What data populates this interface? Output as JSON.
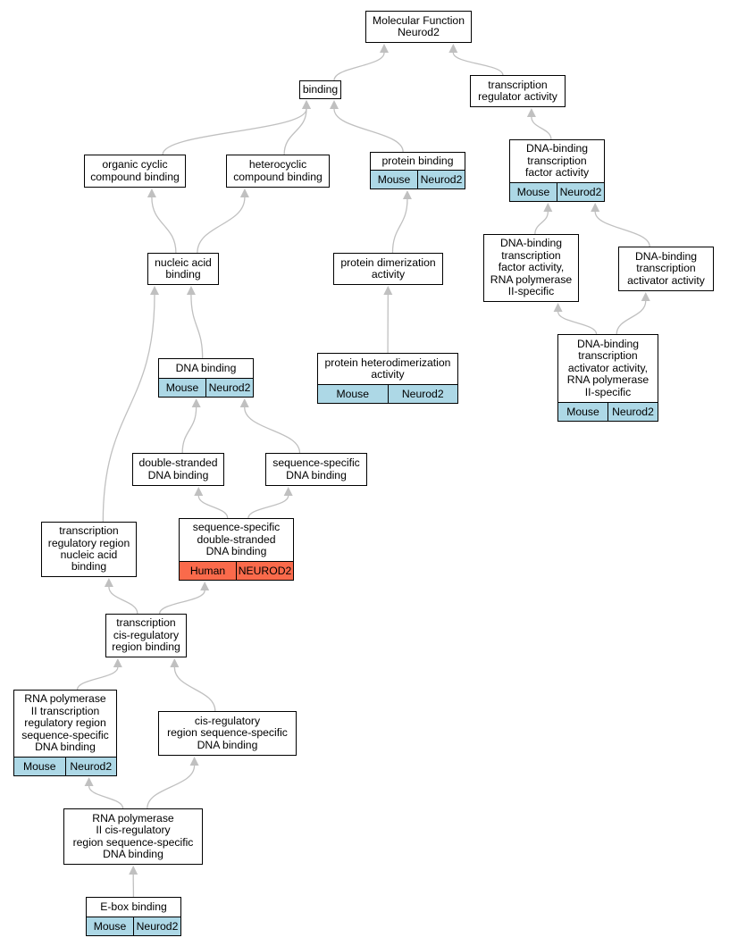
{
  "colors": {
    "mouse": "#add8e6",
    "human": "#fa6a4b",
    "edge": "#c0c0c0"
  },
  "nodes": [
    {
      "id": "mf",
      "label": "Molecular Function\nNeurod2"
    },
    {
      "id": "binding",
      "label": "binding"
    },
    {
      "id": "tra",
      "label": "transcription\nregulator activity"
    },
    {
      "id": "ocb",
      "label": "organic cyclic\ncompound binding"
    },
    {
      "id": "hcb",
      "label": "heterocyclic\ncompound binding"
    },
    {
      "id": "pb",
      "label": "protein binding",
      "tags": [
        "Mouse",
        "Neurod2"
      ],
      "tagColor": "mouse"
    },
    {
      "id": "dbtfa",
      "label": "DNA-binding\ntranscription\nfactor activity",
      "tags": [
        "Mouse",
        "Neurod2"
      ],
      "tagColor": "mouse"
    },
    {
      "id": "nab",
      "label": "nucleic acid\nbinding"
    },
    {
      "id": "pda",
      "label": "protein dimerization\nactivity"
    },
    {
      "id": "dbtfa2",
      "label": "DNA-binding\ntranscription\nfactor activity,\nRNA polymerase\nII-specific"
    },
    {
      "id": "dbtaa",
      "label": "DNA-binding\ntranscription\nactivator activity"
    },
    {
      "id": "db",
      "label": "DNA binding",
      "tags": [
        "Mouse",
        "Neurod2"
      ],
      "tagColor": "mouse"
    },
    {
      "id": "phda",
      "label": "protein heterodimerization\nactivity",
      "tags": [
        "Mouse",
        "Neurod2"
      ],
      "tagColor": "mouse"
    },
    {
      "id": "dbtaa2",
      "label": "DNA-binding\ntranscription\nactivator activity,\nRNA polymerase\nII-specific",
      "tags": [
        "Mouse",
        "Neurod2"
      ],
      "tagColor": "mouse"
    },
    {
      "id": "dsdb",
      "label": "double-stranded\nDNA binding"
    },
    {
      "id": "ssdb",
      "label": "sequence-specific\nDNA binding"
    },
    {
      "id": "trrnab",
      "label": "transcription\nregulatory region\nnucleic acid\nbinding"
    },
    {
      "id": "ssdsdb",
      "label": "sequence-specific\ndouble-stranded\nDNA binding",
      "tags": [
        "Human",
        "NEUROD2"
      ],
      "tagColor": "human"
    },
    {
      "id": "tcrrb",
      "label": "transcription\ncis-regulatory\nregion binding"
    },
    {
      "id": "rp2trr",
      "label": "RNA polymerase\nII transcription\nregulatory region\nsequence-specific\nDNA binding",
      "tags": [
        "Mouse",
        "Neurod2"
      ],
      "tagColor": "mouse"
    },
    {
      "id": "crrssdb",
      "label": "cis-regulatory\nregion sequence-specific\nDNA binding"
    },
    {
      "id": "rp2crr",
      "label": "RNA polymerase\nII cis-regulatory\nregion sequence-specific\nDNA binding"
    },
    {
      "id": "ebox",
      "label": "E-box binding",
      "tags": [
        "Mouse",
        "Neurod2"
      ],
      "tagColor": "mouse"
    }
  ],
  "edges": [
    [
      "binding",
      "mf"
    ],
    [
      "tra",
      "mf"
    ],
    [
      "ocb",
      "binding"
    ],
    [
      "hcb",
      "binding"
    ],
    [
      "pb",
      "binding"
    ],
    [
      "dbtfa",
      "tra"
    ],
    [
      "nab",
      "ocb"
    ],
    [
      "nab",
      "hcb"
    ],
    [
      "pda",
      "pb"
    ],
    [
      "dbtfa2",
      "dbtfa"
    ],
    [
      "dbtaa",
      "dbtfa"
    ],
    [
      "db",
      "nab"
    ],
    [
      "trrnab",
      "nab"
    ],
    [
      "phda",
      "pda"
    ],
    [
      "dbtaa2",
      "dbtfa2"
    ],
    [
      "dbtaa2",
      "dbtaa"
    ],
    [
      "dsdb",
      "db"
    ],
    [
      "ssdb",
      "db"
    ],
    [
      "ssdsdb",
      "dsdb"
    ],
    [
      "ssdsdb",
      "ssdb"
    ],
    [
      "tcrrb",
      "trrnab"
    ],
    [
      "tcrrb",
      "ssdsdb"
    ],
    [
      "rp2trr",
      "tcrrb"
    ],
    [
      "crrssdb",
      "tcrrb"
    ],
    [
      "rp2crr",
      "rp2trr"
    ],
    [
      "rp2crr",
      "crrssdb"
    ],
    [
      "ebox",
      "rp2crr"
    ]
  ]
}
